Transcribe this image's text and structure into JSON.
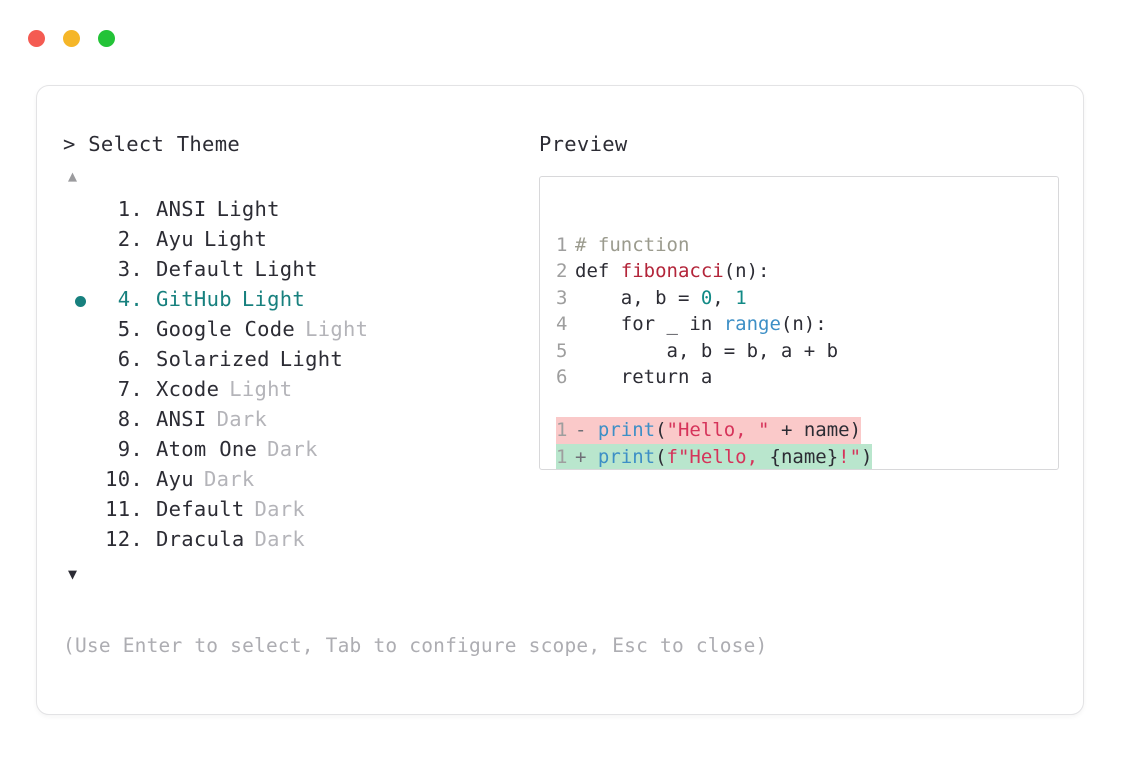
{
  "window": {
    "traffic_lights": [
      {
        "name": "close-button",
        "color": "#f45b52"
      },
      {
        "name": "minimize-button",
        "color": "#f5b628"
      },
      {
        "name": "maximize-button",
        "color": "#23c337"
      }
    ]
  },
  "accent_color": "#17807e",
  "left_panel": {
    "prompt": "> Select Theme",
    "scroll_up_indicator": "▲",
    "scroll_down_indicator": "▼",
    "selected_index": 4,
    "bullet_glyph": "●",
    "items": [
      {
        "index": "1.",
        "name": "ANSI",
        "suffix": "Light",
        "suffix_muted": false,
        "selected": false
      },
      {
        "index": "2.",
        "name": "Ayu",
        "suffix": "Light",
        "suffix_muted": false,
        "selected": false
      },
      {
        "index": "3.",
        "name": "Default",
        "suffix": "Light",
        "suffix_muted": false,
        "selected": false
      },
      {
        "index": "4.",
        "name": "GitHub",
        "suffix": "Light",
        "suffix_muted": false,
        "selected": true
      },
      {
        "index": "5.",
        "name": "Google Code",
        "suffix": "Light",
        "suffix_muted": true,
        "selected": false
      },
      {
        "index": "6.",
        "name": "Solarized",
        "suffix": "Light",
        "suffix_muted": false,
        "selected": false
      },
      {
        "index": "7.",
        "name": "Xcode",
        "suffix": "Light",
        "suffix_muted": true,
        "selected": false
      },
      {
        "index": "8.",
        "name": "ANSI",
        "suffix": "Dark",
        "suffix_muted": true,
        "selected": false
      },
      {
        "index": "9.",
        "name": "Atom One",
        "suffix": "Dark",
        "suffix_muted": true,
        "selected": false
      },
      {
        "index": "10.",
        "name": "Ayu",
        "suffix": "Dark",
        "suffix_muted": true,
        "selected": false
      },
      {
        "index": "11.",
        "name": "Default",
        "suffix": "Dark",
        "suffix_muted": true,
        "selected": false
      },
      {
        "index": "12.",
        "name": "Dracula",
        "suffix": "Dark",
        "suffix_muted": true,
        "selected": false
      }
    ],
    "hint": "(Use Enter to select, Tab to configure scope, Esc to close)"
  },
  "right_panel": {
    "label": "Preview",
    "code_lines": [
      {
        "n": "1",
        "tokens": [
          {
            "t": "# function",
            "c": "comment"
          }
        ]
      },
      {
        "n": "2",
        "tokens": [
          {
            "t": "def ",
            "c": "plain"
          },
          {
            "t": "fibonacci",
            "c": "func"
          },
          {
            "t": "(n):",
            "c": "plain"
          }
        ]
      },
      {
        "n": "3",
        "tokens": [
          {
            "t": "    a, b = ",
            "c": "plain"
          },
          {
            "t": "0",
            "c": "num"
          },
          {
            "t": ", ",
            "c": "plain"
          },
          {
            "t": "1",
            "c": "num"
          }
        ]
      },
      {
        "n": "4",
        "tokens": [
          {
            "t": "    for _ in ",
            "c": "plain"
          },
          {
            "t": "range",
            "c": "builtin"
          },
          {
            "t": "(n):",
            "c": "plain"
          }
        ]
      },
      {
        "n": "5",
        "tokens": [
          {
            "t": "        a, b = b, a + b",
            "c": "plain"
          }
        ]
      },
      {
        "n": "6",
        "tokens": [
          {
            "t": "    return a",
            "c": "plain"
          }
        ]
      }
    ],
    "diff_lines": [
      {
        "n": "1",
        "kind": "delete",
        "sign": "-",
        "background": "#fac9c9",
        "tokens": [
          {
            "t": "print",
            "c": "builtin"
          },
          {
            "t": "(",
            "c": "plain"
          },
          {
            "t": "\"Hello, \"",
            "c": "str"
          },
          {
            "t": " + name)",
            "c": "plain"
          }
        ]
      },
      {
        "n": "1",
        "kind": "add",
        "sign": "+",
        "background": "#b9e6cd",
        "tokens": [
          {
            "t": "print",
            "c": "builtin"
          },
          {
            "t": "(",
            "c": "plain"
          },
          {
            "t": "f\"Hello, ",
            "c": "str"
          },
          {
            "t": "{name}",
            "c": "plain"
          },
          {
            "t": "!\"",
            "c": "str"
          },
          {
            "t": ")",
            "c": "plain"
          }
        ]
      }
    ]
  }
}
